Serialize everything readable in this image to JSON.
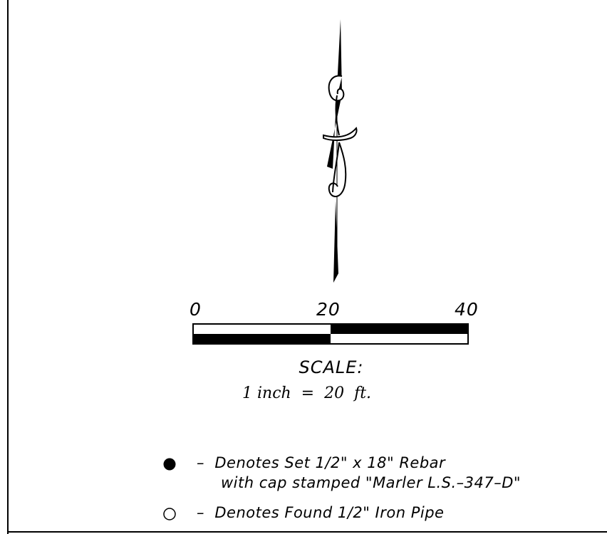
{
  "scale": {
    "ticks": [
      "0",
      "20",
      "40"
    ],
    "title": "SCALE:",
    "ratio": "1 inch  =  20  ft."
  },
  "legend": [
    {
      "symbol": "filled-circle",
      "lines": [
        "–  Denotes Set 1/2\" x 18\" Rebar",
        "with cap stamped \"Marler L.S.–347–D\""
      ]
    },
    {
      "symbol": "open-circle",
      "lines": [
        "–  Denotes Found 1/2\" Iron Pipe"
      ]
    }
  ],
  "colors": {
    "ink": "#000000",
    "paper": "#ffffff"
  }
}
